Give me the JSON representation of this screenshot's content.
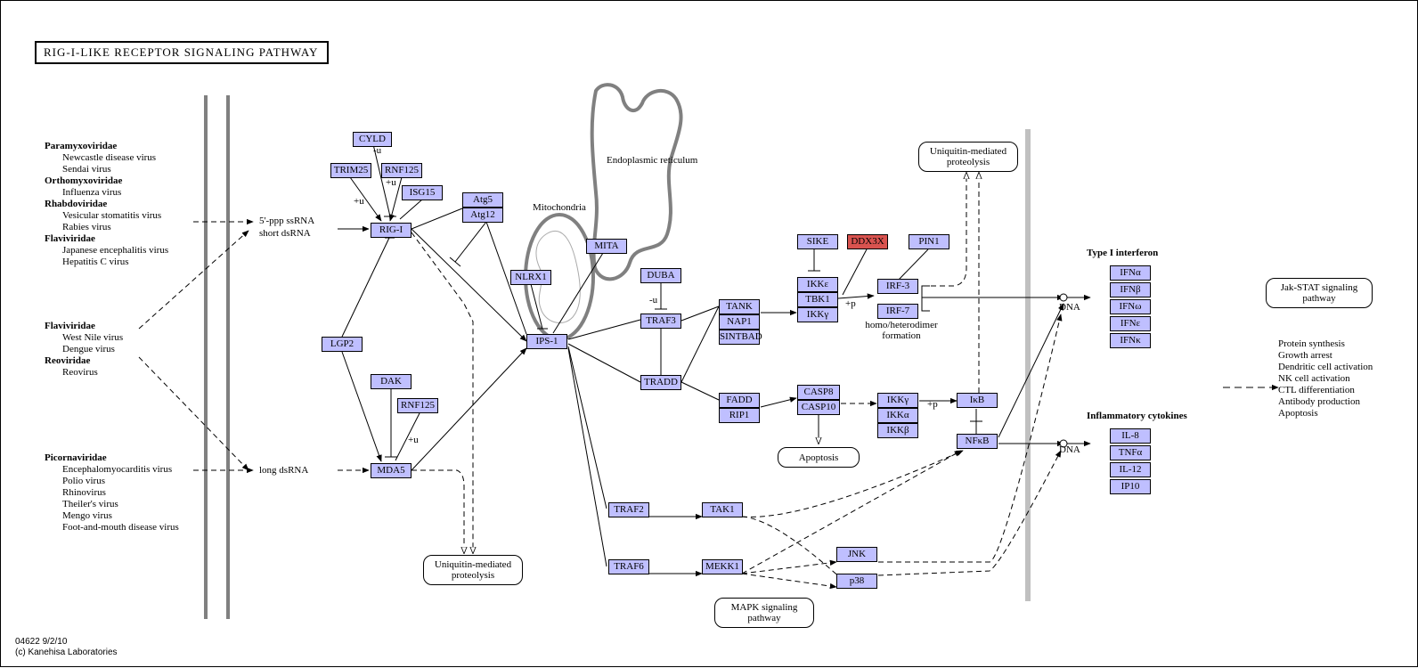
{
  "title": "RIG-I-LIKE RECEPTOR SIGNALING PATHWAY",
  "footer": {
    "id_date": "04622 9/2/10",
    "copyright": "(c) Kanehisa Laboratories"
  },
  "viruses": {
    "group1": [
      {
        "family": "Paramyxoviridae",
        "species": [
          "Newcastle disease virus",
          "Sendai virus"
        ]
      },
      {
        "family": "Orthomyxoviridae",
        "species": [
          "Influenza virus"
        ]
      },
      {
        "family": "Rhabdoviridae",
        "species": [
          "Vesicular stomatitis virus",
          "Rabies virus"
        ]
      },
      {
        "family": "Flaviviridae",
        "species": [
          "Japanese encephalitis virus",
          "Hepatitis C virus"
        ]
      }
    ],
    "group2": [
      {
        "family": "Flaviviridae",
        "species": [
          "West Nile virus",
          "Dengue virus"
        ]
      },
      {
        "family": "Reoviridae",
        "species": [
          "Reovirus"
        ]
      }
    ],
    "group3": [
      {
        "family": "Picornaviridae",
        "species": [
          "Encephalomyocarditis virus",
          "Polio virus",
          "Rhinovirus",
          "Theiler's virus",
          "Mengo virus",
          "Foot-and-mouth disease virus"
        ]
      }
    ]
  },
  "compounds": {
    "ssrna_1": "5'-ppp ssRNA",
    "ssrna_2": "short dsRNA",
    "long_dsrna": "long dsRNA"
  },
  "genes": {
    "cyld": "CYLD",
    "trim25": "TRIM25",
    "rnf125a": "RNF125",
    "isg15": "ISG15",
    "rigi": "RIG-I",
    "atg5": "Atg5",
    "atg12": "Atg12",
    "lgp2": "LGP2",
    "dak": "DAK",
    "rnf125b": "RNF125",
    "mda5": "MDA5",
    "nlrx1": "NLRX1",
    "mita": "MITA",
    "ips1": "IPS-1",
    "duba": "DUBA",
    "traf3": "TRAF3",
    "tank": "TANK",
    "nap1": "NAP1",
    "sintbad": "SINTBAD",
    "tradd": "TRADD",
    "fadd": "FADD",
    "rip1": "RIP1",
    "sike": "SIKE",
    "ddx3x": "DDX3X",
    "pin1": "PIN1",
    "ikke": "IKKε",
    "tbk1": "TBK1",
    "ikkg1": "IKKγ",
    "irf3": "IRF-3",
    "irf7": "IRF-7",
    "casp8": "CASP8",
    "casp10": "CASP10",
    "ikkg2": "IKKγ",
    "ikka": "IKKα",
    "ikkb": "IKKβ",
    "ikb": "IκB",
    "nfkb": "NFκB",
    "traf2": "TRAF2",
    "tak1": "TAK1",
    "traf6": "TRAF6",
    "mekk1": "MEKK1",
    "jnk": "JNK",
    "p38": "p38",
    "ifna": "IFNα",
    "ifnb": "IFNβ",
    "ifnw": "IFNω",
    "ifne": "IFNε",
    "ifnk": "IFNκ",
    "il8": "IL-8",
    "tnfa": "TNFα",
    "il12": "IL-12",
    "ip10": "IP10"
  },
  "maps": {
    "ubiq_top_1": "Uniquitin-mediated",
    "ubiq_top_2": "proteolysis",
    "ubiq_bottom_1": "Uniquitin-mediated",
    "ubiq_bottom_2": "proteolysis",
    "apoptosis": "Apoptosis",
    "mapk_1": "MAPK signaling",
    "mapk_2": "pathway",
    "jakstat_1": "Jak-STAT signaling",
    "jakstat_2": "pathway"
  },
  "labels": {
    "mitochondria": "Mitochondria",
    "er": "Endoplasmic reticulum",
    "u1": "-u",
    "u2": "+u",
    "u3": "+u",
    "u4": "-u",
    "u5": "+u",
    "p1": "+p",
    "p2": "+p",
    "homo_1": "homo/heterodimer",
    "homo_2": "formation",
    "dna1": "DNA",
    "dna2": "DNA",
    "type1_ifn": "Type I interferon",
    "inflam": "Inflammatory cytokines"
  },
  "outcomes": [
    "Protein synthesis",
    "Growth arrest",
    "Dendritic cell activation",
    "NK cell activation",
    "CTL differentiation",
    "Antibody production",
    "Apoptosis"
  ],
  "colors": {
    "gene_fill": "#bfbfff",
    "highlight_fill": "#d9534f",
    "membrane": "#808080",
    "nucleus": "#c0c0c0"
  }
}
